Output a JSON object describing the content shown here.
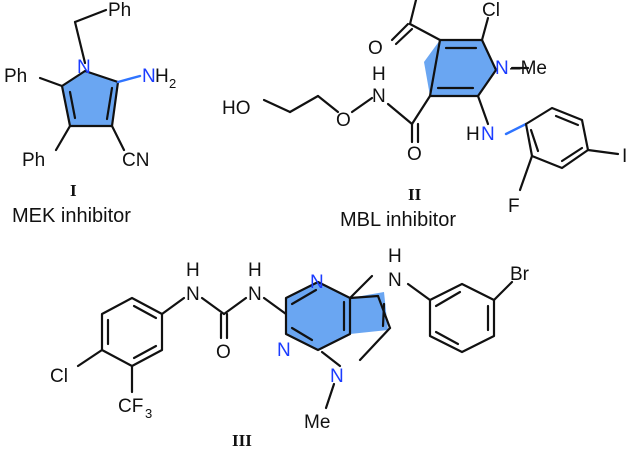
{
  "compounds": [
    {
      "id": "I",
      "numeral": "I",
      "caption": "MEK inhibitor",
      "atoms": {
        "ph_top": "Ph",
        "ph_left": "Ph",
        "ph_bottom": "Ph",
        "n_ring": "N",
        "nh2_n": "N",
        "nh2_h": "H",
        "nh2_sub": "2",
        "cn": "CN"
      }
    },
    {
      "id": "II",
      "numeral": "II",
      "caption": "MBL inhibitor",
      "atoms": {
        "cl": "Cl",
        "n_me": "N",
        "me": "–Me",
        "o_top": "O",
        "ho": "HO",
        "o_ether": "O",
        "nh_top": "H",
        "nh_n": "N",
        "o_amide": "O",
        "hn_h": "H",
        "hn_n": "N",
        "f": "F",
        "i": "I"
      }
    },
    {
      "id": "III",
      "numeral": "III",
      "caption": "",
      "atoms": {
        "cl": "Cl",
        "cf3_c": "CF",
        "cf3_sub": "3",
        "urea_h1": "H",
        "urea_n1": "N",
        "urea_h2": "H",
        "urea_n2": "N",
        "urea_o": "O",
        "pyr_n1": "N",
        "pyr_n2": "N",
        "pyrrole_n": "N",
        "me": "Me",
        "an_h": "H",
        "an_n": "N",
        "br": "Br"
      }
    }
  ],
  "colors": {
    "bond": "#111111",
    "ring_fill": "#6aa6f2",
    "heteroatom": "#1b3cff",
    "highlight_bond": "#2f74ff"
  }
}
